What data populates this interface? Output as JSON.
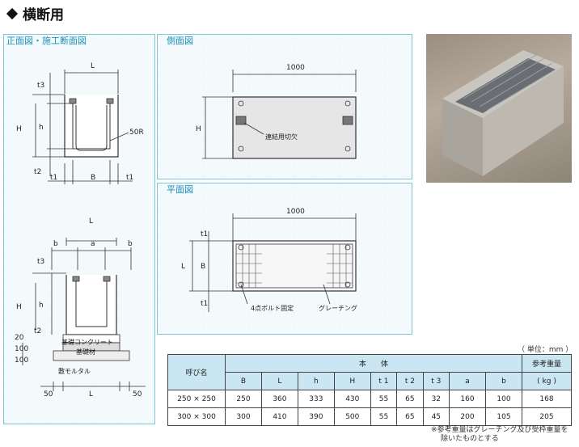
{
  "title": "横断用",
  "panels": {
    "front": "正面図・施工断面図",
    "side": "側面図",
    "plan": "平面図"
  },
  "labels": {
    "L": "L",
    "H": "H",
    "h": "h",
    "B": "B",
    "t1": "t1",
    "t2": "t2",
    "t3": "t3",
    "a": "a",
    "b": "b",
    "r50": "50R",
    "dim1000": "1000",
    "dim20": "20",
    "dim100a": "100",
    "dim100b": "100",
    "dim50": "50",
    "foundation_concrete": "基礎コンクリート",
    "foundation_material": "基礎材",
    "mortar": "敷モルタル",
    "connection_notch": "連結用切欠",
    "bolt_fix": "4点ボルト固定",
    "grating": "グレーチング"
  },
  "table": {
    "unit": "（ 単位：mm ）",
    "header_name": "呼び名",
    "header_body": "本　　体",
    "header_weight": "参考重量",
    "weight_unit": "( kg )",
    "columns": [
      "B",
      "L",
      "h",
      "H",
      "t 1",
      "t 2",
      "t 3",
      "a",
      "b"
    ],
    "rows": [
      {
        "name": "250 × 250",
        "values": [
          "250",
          "360",
          "333",
          "430",
          "55",
          "65",
          "32",
          "160",
          "100"
        ],
        "weight": "168"
      },
      {
        "name": "300 × 300",
        "values": [
          "300",
          "410",
          "390",
          "500",
          "55",
          "65",
          "45",
          "200",
          "105"
        ],
        "weight": "205"
      }
    ]
  },
  "note": {
    "line1": "※参考重量はグレーチング及び受枠重量を",
    "line2": "除いたものとする"
  },
  "colors": {
    "accent": "#1a8fb8",
    "panel_border": "#7fc6dd",
    "table_header": "#c9e6f2"
  }
}
